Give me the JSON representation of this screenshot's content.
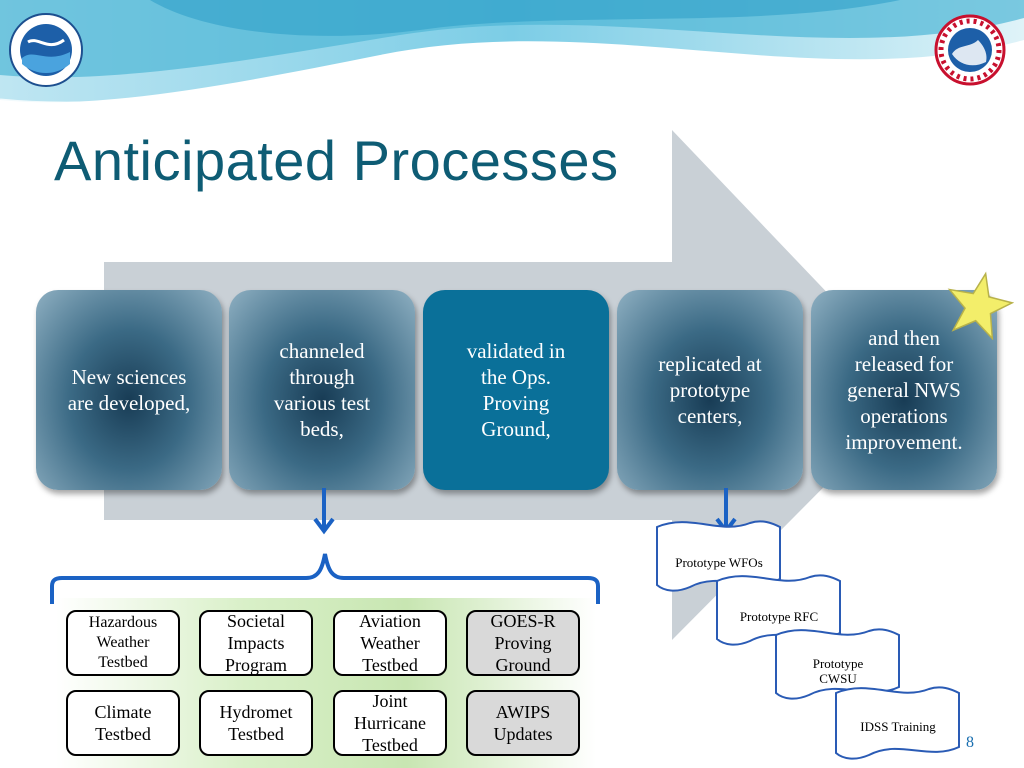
{
  "slide": {
    "title": "Anticipated Processes",
    "page_number": "8"
  },
  "steps": [
    {
      "label": "New sciences\nare developed,"
    },
    {
      "label": "channeled\nthrough\nvarious test\nbeds,"
    },
    {
      "label": "validated in\nthe Ops.\nProving\nGround,"
    },
    {
      "label": "replicated at\nprototype\ncenters,"
    },
    {
      "label": "and then\nreleased for\ngeneral NWS\noperations\nimprovement."
    }
  ],
  "testbeds": [
    {
      "label": "Hazardous\nWeather\nTestbed"
    },
    {
      "label": "Societal\nImpacts\nProgram"
    },
    {
      "label": "Aviation\nWeather\nTestbed"
    },
    {
      "label": "GOES-R\nProving\nGround"
    },
    {
      "label": "Climate\nTestbed"
    },
    {
      "label": "Hydromet\nTestbed"
    },
    {
      "label": "Joint\nHurricane\nTestbed"
    },
    {
      "label": "AWIPS\nUpdates"
    }
  ],
  "prototypes": [
    {
      "label": "Prototype WFOs"
    },
    {
      "label": "Prototype RFC"
    },
    {
      "label": "Prototype\nCWSU"
    },
    {
      "label": "IDSS Training"
    }
  ],
  "colors": {
    "title": "#0e5c74",
    "step_gradient_dark": "#183c55",
    "step_highlight": "#0a7099",
    "arrow_gray": "#c9d0d6",
    "bracket_blue": "#1b62c4",
    "flag_border": "#2a5bb5",
    "testbed_bg_green": "#c8e6b2"
  }
}
